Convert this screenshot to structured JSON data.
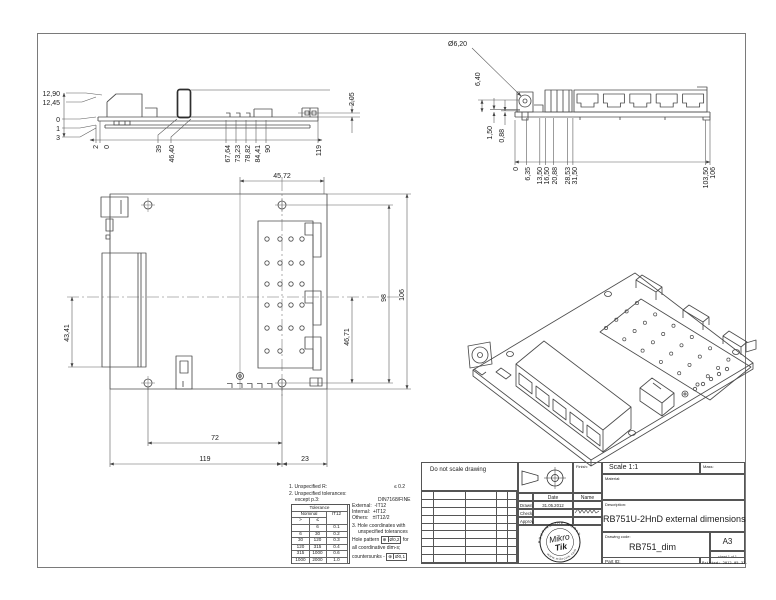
{
  "views": {
    "side": {
      "left_dims": [
        "12,90",
        "12,45",
        "0",
        "1",
        "3"
      ],
      "right_dim": "2,05",
      "bottom_dims": [
        "2",
        "0",
        "39",
        "46,40",
        "67,64",
        "73,23",
        "78,82",
        "84,41",
        "90",
        "119"
      ]
    },
    "front": {
      "diameter": "Ø6,20",
      "top_dim": "6,40",
      "left_dims": [
        "1,50",
        "0,88"
      ],
      "bottom_dims": [
        "0",
        "6,35",
        "13,50",
        "16,50",
        "20,88",
        "28,53",
        "31,50",
        "103,50",
        "106"
      ]
    },
    "top": {
      "width_dim": "45,72",
      "height_dim_inner": "98",
      "height_dim_outer": "106",
      "left_dim": "43,41",
      "mid_dim": "46,71",
      "bottom_dims": [
        "72",
        "119",
        "23"
      ]
    }
  },
  "notes": {
    "note1": "1. Unspecified R:",
    "note1_value": "≤  0.2",
    "note2": "2. Unspecified tolerances:",
    "note2b": "except p.3:",
    "standard": "DIN7168/FINE",
    "table_title": "Tolerance",
    "nominal_label": "Nominal",
    "col_gt": ">",
    "col_le": "≤",
    "col_it": "IT12",
    "rows": [
      [
        "",
        "6",
        "0.1"
      ],
      [
        "6",
        "30",
        "0.2"
      ],
      [
        "30",
        "120",
        "0.3"
      ],
      [
        "120",
        "315",
        "0.4"
      ],
      [
        "315",
        "1000",
        "0.6"
      ],
      [
        "1000",
        "2000",
        "1.0"
      ]
    ],
    "external_label": "External:",
    "external_value": "-IT12",
    "internal_label": "Internal:",
    "internal_value": "+IT12",
    "others_label": "Others:",
    "others_value": "±IT12/2",
    "note3": "3. Hole coordinates with",
    "note3b": "unspecified tolerances",
    "hole_pattern_pre": "Hole pattern",
    "hole_pattern_sym": "⊕",
    "hole_pattern_val": "Ø0,2",
    "hole_pattern_post": "for",
    "coord_dims": "all coordinative dim-s;",
    "countersunks_pre": "countersunks -",
    "countersunk_sym": "⊕",
    "countersunk_val": "Ø0,1"
  },
  "titleblock": {
    "do_not_scale": "Do not scale drawing",
    "finish_label": "Finish:",
    "scale_label": "Scale  1:1",
    "mass_label": "Mass:",
    "material_label": "Material:",
    "date_label": "Date",
    "name_label": "Name",
    "drawn_label": "Drawn.",
    "check_label": "Check.",
    "approve_label": "Approv.",
    "drawn_date": "31.05.2012",
    "description_label": "Description:",
    "description": "RB751U-2HnD external dimensions",
    "drawing_code_label": "Drawing code:",
    "drawing_code": "RB751_dim",
    "paper_size": "A3",
    "sheet": "sheet 1 of 1",
    "part_id_label": "Part ID:",
    "printed": "Printed: 2012.05.31."
  },
  "logo": {
    "arc_top": "ROUTING THE WORLD",
    "name1": "Mikro",
    "name2": "Tik",
    "arc_bottom": "www.mikrotik.com"
  }
}
